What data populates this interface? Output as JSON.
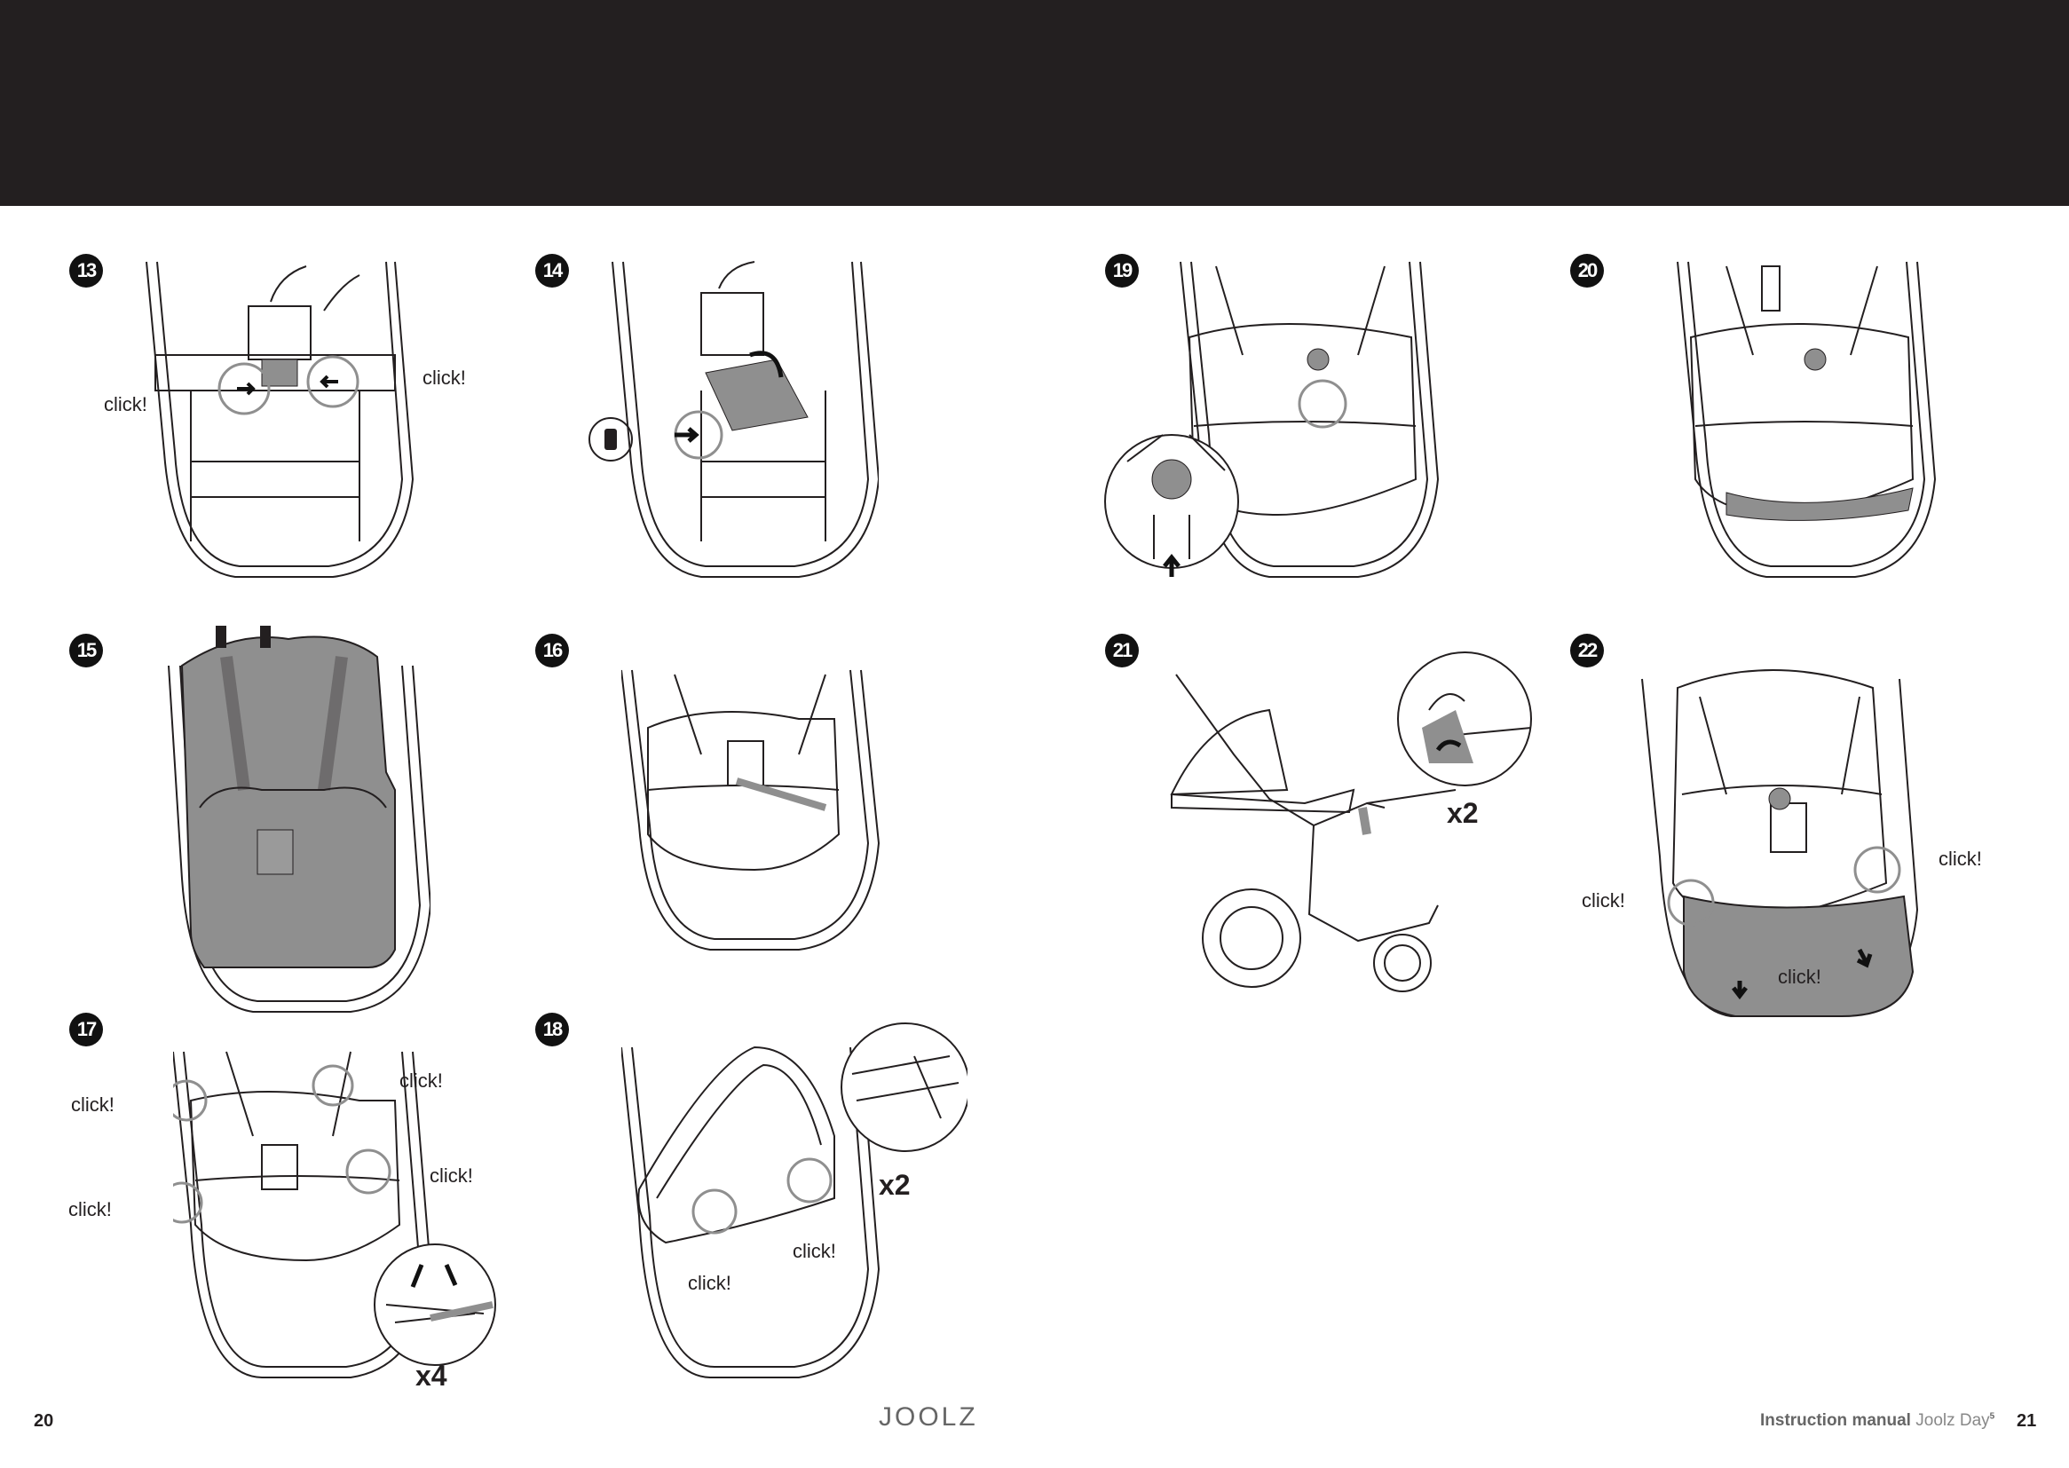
{
  "steps": [
    {
      "number": "13",
      "click_labels": [
        "click!",
        "click!"
      ]
    },
    {
      "number": "14"
    },
    {
      "number": "15"
    },
    {
      "number": "16"
    },
    {
      "number": "17",
      "click_labels": [
        "click!",
        "click!",
        "click!",
        "click!"
      ],
      "multiplier": "x4"
    },
    {
      "number": "18",
      "click_labels": [
        "click!",
        "click!"
      ],
      "multiplier": "x2"
    },
    {
      "number": "19"
    },
    {
      "number": "20"
    },
    {
      "number": "21",
      "multiplier": "x2"
    },
    {
      "number": "22",
      "click_labels": [
        "click!",
        "click!",
        "click!"
      ]
    }
  ],
  "footer": {
    "page_left": "20",
    "brand": "JOOLZ",
    "manual_label": "Instruction manual",
    "manual_model": "Joolz Day",
    "manual_model_sup": "5",
    "page_right": "21"
  },
  "colors": {
    "top_bar": "#231f20",
    "highlight": "#8f8f8f"
  }
}
